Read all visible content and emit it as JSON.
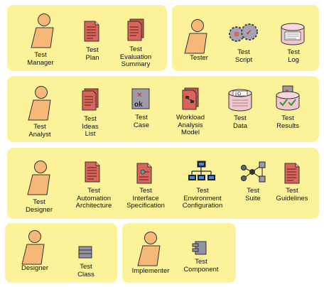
{
  "colors": {
    "panel": "#fcf29a",
    "actor_body": "#f5b878",
    "artifact_red": "#d9655a",
    "outline": "#333333"
  },
  "panels": [
    {
      "items": [
        {
          "label": "Test Manager",
          "icon": "actor-icon"
        },
        {
          "label": "Test Plan",
          "icon": "document-icon"
        },
        {
          "label": "Test\nEvaluation\nSummary",
          "icon": "document-stack-icon"
        }
      ]
    },
    {
      "items": [
        {
          "label": "Tester",
          "icon": "actor-icon"
        },
        {
          "label": "Test Script",
          "icon": "gears-icon"
        },
        {
          "label": "Test Log",
          "icon": "log-drum-icon"
        }
      ]
    },
    {
      "items": [
        {
          "label": "Test Analyst",
          "icon": "actor-icon"
        },
        {
          "label": "Test Ideas\nList",
          "icon": "document-stack-icon"
        },
        {
          "label": "Test Case",
          "icon": "test-case-icon"
        },
        {
          "label": "Workload\nAnalysis\nModel",
          "icon": "model-document-icon"
        },
        {
          "label": "Test Data",
          "icon": "data-drum-icon"
        },
        {
          "label": "Test\nResults",
          "icon": "results-drum-icon"
        }
      ]
    },
    {
      "items": [
        {
          "label": "Test Designer",
          "icon": "actor-icon"
        },
        {
          "label": "Test\nAutomation\nArchitecture",
          "icon": "document-icon"
        },
        {
          "label": "Test Interface\nSpecification",
          "icon": "interface-document-icon"
        },
        {
          "label": "Test Environment\nConfiguration",
          "icon": "network-icon"
        },
        {
          "label": "Test Suite",
          "icon": "suite-network-icon"
        },
        {
          "label": "Test\nGuidelines",
          "icon": "document-icon"
        }
      ]
    },
    {
      "items": [
        {
          "label": "Designer",
          "icon": "actor-icon"
        },
        {
          "label": "Test Class",
          "icon": "class-icon"
        }
      ]
    },
    {
      "items": [
        {
          "label": "Implementer",
          "icon": "actor-icon"
        },
        {
          "label": "Test\nComponent",
          "icon": "component-icon"
        }
      ]
    }
  ]
}
